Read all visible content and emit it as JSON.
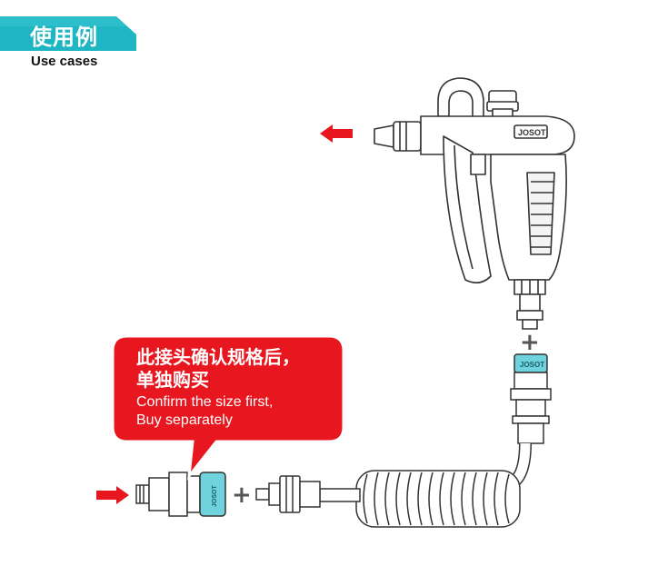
{
  "header": {
    "title": "使用例",
    "subtitle": "Use cases",
    "accent_color": "#1fb6c4"
  },
  "callout": {
    "zh_line1": "此接头确认规格后，",
    "zh_line2": "单独购买",
    "en_line1": "Confirm the size first,",
    "en_line2": "Buy separately",
    "background_color": "#e8161e"
  },
  "air_gun": {
    "brand": "JOSOT"
  },
  "coupler": {
    "brand": "JOSOT",
    "body_color": "#6fd3dd"
  },
  "plus_symbols": [
    "+",
    "+"
  ],
  "arrows": {
    "color": "#e8161e",
    "icons": [
      "arrow-left-icon",
      "arrow-right-icon"
    ]
  }
}
